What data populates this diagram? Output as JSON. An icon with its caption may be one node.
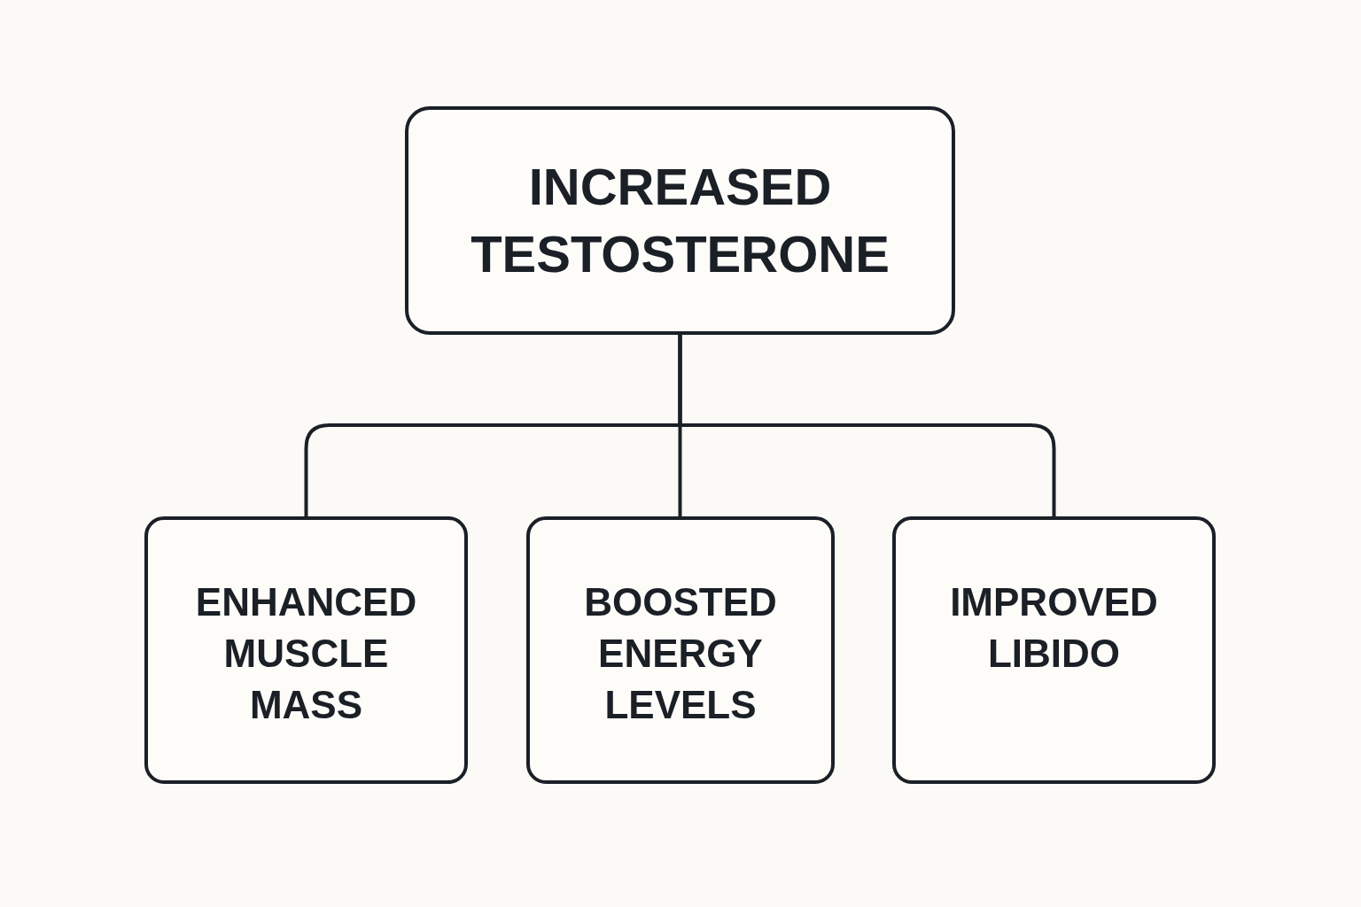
{
  "diagram": {
    "nodes": [
      {
        "text": [
          "INCREASED TESTOSTERONE"
        ]
      },
      {
        "text": [
          "ENHANCED MUSCLE MASS"
        ]
      },
      {
        "text": [
          "BOOSTED ENERGY LEVELS"
        ]
      },
      {
        "text": [
          "IMPROVED LIBIDO"
        ]
      }
    ],
    "edges": [
      {
        "from": 0,
        "to": 1,
        "arrow": "none"
      },
      {
        "from": 0,
        "to": 2,
        "arrow": "none"
      },
      {
        "from": 0,
        "to": 3,
        "arrow": "none"
      }
    ]
  }
}
